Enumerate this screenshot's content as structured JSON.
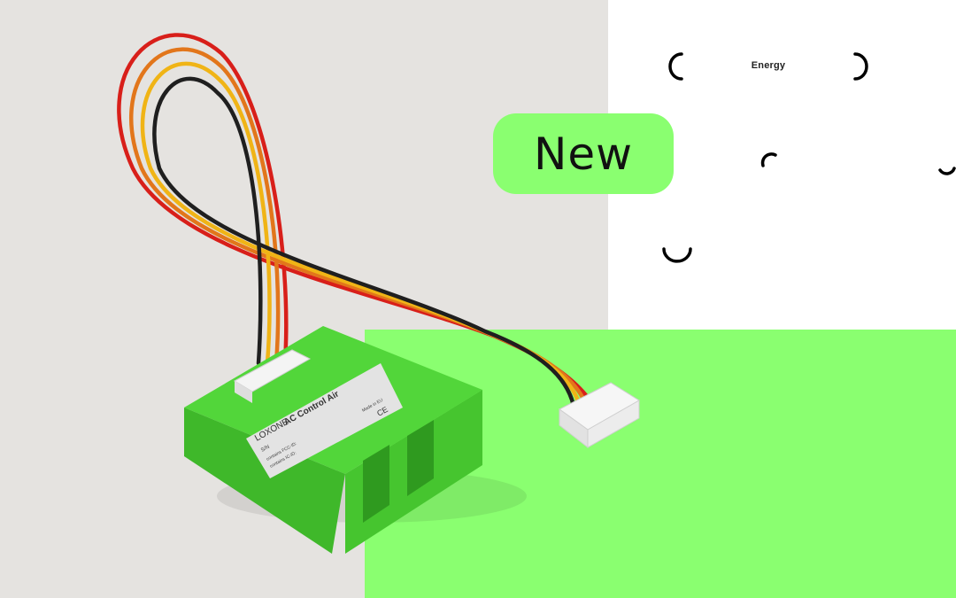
{
  "header": {
    "brand_word": "Energy"
  },
  "badge": {
    "label": "New"
  },
  "product": {
    "label_brand": "LOXONE",
    "label_product": "AC Control Air",
    "label_small1": "contains FCC-ID:",
    "label_small2": "contains IC-ID:",
    "label_sn": "S/N",
    "label_made": "Made in EU",
    "label_ce": "CE"
  },
  "colors": {
    "accent_green": "#8aff70",
    "background_gray": "#e5e3e0",
    "wire_red": "#d81f1a",
    "wire_orange": "#e2761b",
    "wire_yellow": "#f0b416",
    "wire_black": "#1f1f1f"
  }
}
